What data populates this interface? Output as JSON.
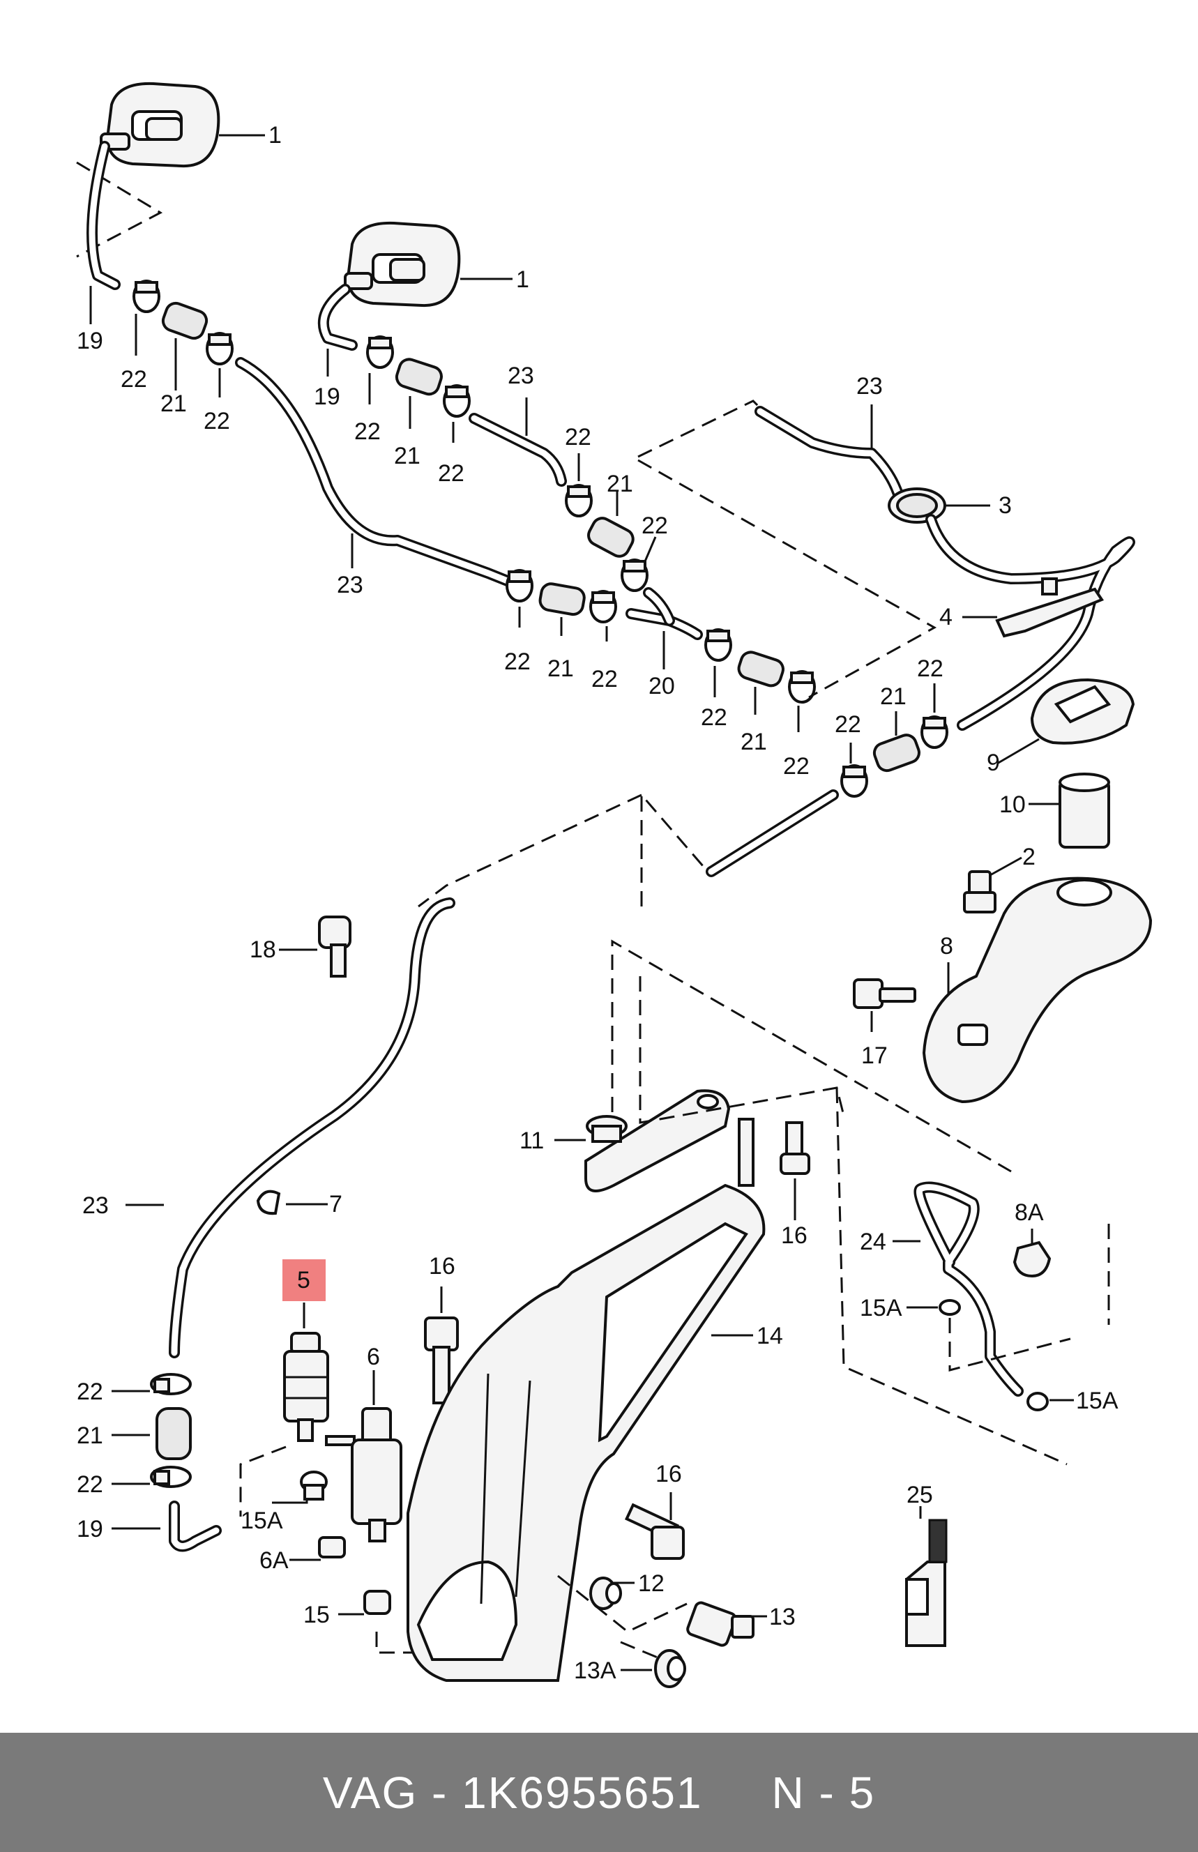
{
  "labels": {
    "l1a": "1",
    "l1b": "1",
    "l2": "2",
    "l3": "3",
    "l4": "4",
    "l5": "5",
    "l6": "6",
    "l6a": "6A",
    "l7": "7",
    "l8": "8",
    "l8a": "8A",
    "l9": "9",
    "l10": "10",
    "l11": "11",
    "l12": "12",
    "l13": "13",
    "l13a": "13A",
    "l14": "14",
    "l15": "15",
    "l15a_1": "15A",
    "l15a_2": "15A",
    "l15a_3": "15A",
    "l16_1": "16",
    "l16_2": "16",
    "l16_3": "16",
    "l17": "17",
    "l18": "18",
    "l19_1": "19",
    "l19_2": "19",
    "l19_3": "19",
    "l20": "20",
    "l21_1": "21",
    "l21_2": "21",
    "l21_3": "21",
    "l21_4": "21",
    "l21_5": "21",
    "l21_6": "21",
    "l21_7": "21",
    "l22_1": "22",
    "l22_2": "22",
    "l22_3": "22",
    "l22_4": "22",
    "l22_5": "22",
    "l22_6": "22",
    "l22_7": "22",
    "l22_8": "22",
    "l22_9": "22",
    "l22_10": "22",
    "l22_11": "22",
    "l22_12": "22",
    "l22_13": "22",
    "l22_14": "22",
    "l23_1": "23",
    "l23_2": "23",
    "l23_3": "23",
    "l23_4": "23",
    "l24": "24",
    "l25": "25"
  },
  "highlight": {
    "color": "#f08080"
  },
  "footer": {
    "brand": "VAG",
    "separator": " - ",
    "part_number": "1K6955651",
    "gap": "     ",
    "position": "N - 5",
    "background": "#7a7a7a"
  }
}
